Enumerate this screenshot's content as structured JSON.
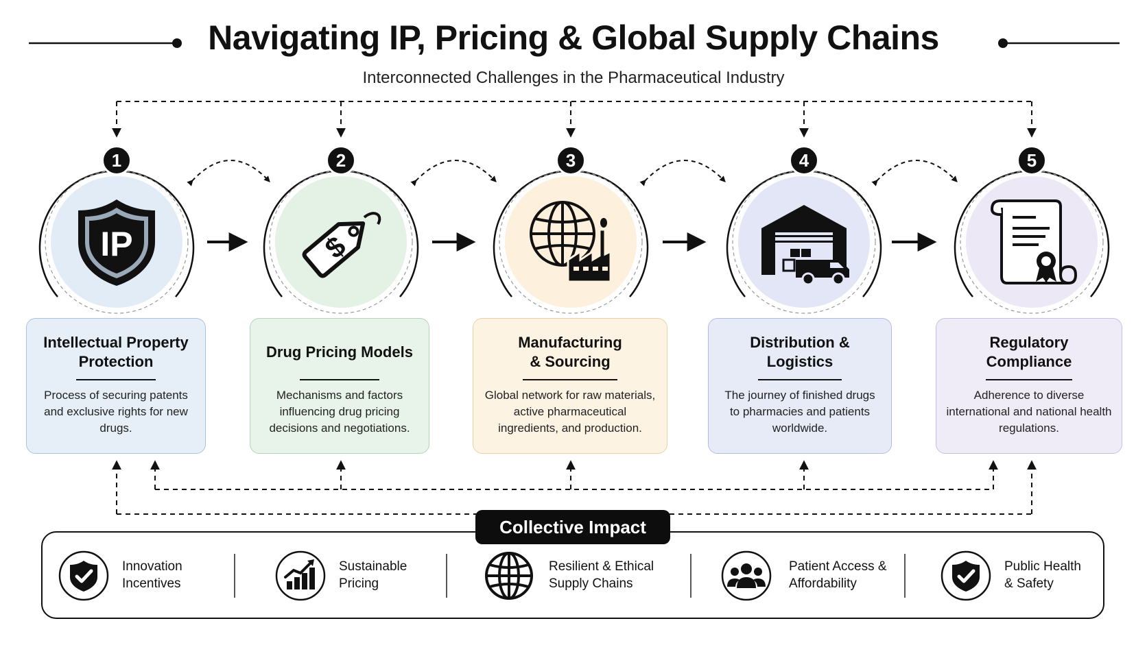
{
  "title": "Navigating IP, Pricing & Global Supply Chains",
  "subtitle": "Interconnected Challenges in the Pharmaceutical Industry",
  "stages": [
    {
      "number": "1",
      "title": "Intellectual Property Protection",
      "description": "Process of securing patents and exclusive rights for new drugs.",
      "icon": "ip-shield-icon",
      "fill": "#e2ecf7",
      "card_fill": "#e6eff8",
      "border": "#a9c3de"
    },
    {
      "number": "2",
      "title": "Drug Pricing Models",
      "description": "Mechanisms and factors influencing drug pricing decisions and negotiations.",
      "icon": "price-tag-icon",
      "fill": "#e4f1e5",
      "card_fill": "#e8f3e9",
      "border": "#b3d4b6"
    },
    {
      "number": "3",
      "title": "Manufacturing & Sourcing",
      "description": "Global network for raw materials, active pharmaceutical ingredients, and production.",
      "icon": "globe-factory-icon",
      "fill": "#fdf0dc",
      "card_fill": "#fdf3e3",
      "border": "#ecd0a4"
    },
    {
      "number": "4",
      "title": "Distribution & Logistics",
      "description": "The journey of finished drugs to pharmacies and patients worldwide.",
      "icon": "warehouse-truck-icon",
      "fill": "#e3e6f6",
      "card_fill": "#e7eaf7",
      "border": "#b3bbe0"
    },
    {
      "number": "5",
      "title": "Regulatory Compliance",
      "description": "Adherence to diverse international and national health regulations.",
      "icon": "certificate-icon",
      "fill": "#ece8f6",
      "card_fill": "#efecf8",
      "border": "#c7bfe3"
    }
  ],
  "impact": {
    "label": "Collective Impact",
    "items": [
      {
        "text": "Innovation Incentives",
        "icon": "shield-check-icon"
      },
      {
        "text": "Sustainable Pricing",
        "icon": "growth-chart-icon"
      },
      {
        "text": "Resilient & Ethical Supply Chains",
        "icon": "globe-icon"
      },
      {
        "text": "Patient Access & Affordability",
        "icon": "people-icon"
      },
      {
        "text": "Public Health & Safety",
        "icon": "shield-check-icon"
      }
    ]
  }
}
